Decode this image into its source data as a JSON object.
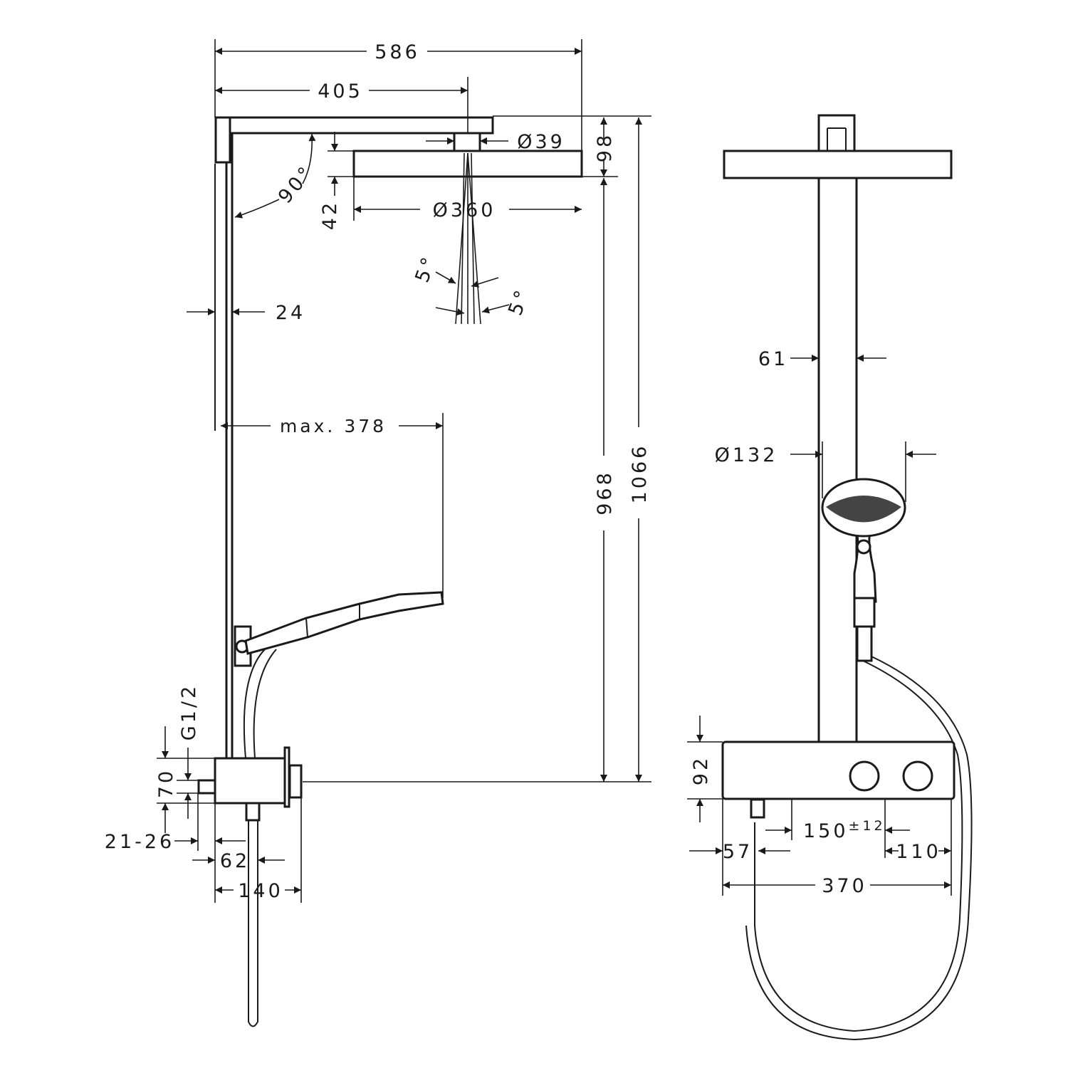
{
  "title": "Shower system dimension drawing",
  "side_view": {
    "dims": {
      "overall_width": "586",
      "arm_length": "405",
      "connector_dia": "Ø39",
      "head_height": "98",
      "head_offset": "42",
      "head_dia": "Ø360",
      "angle_90": "90°",
      "tilt_left": "5°",
      "tilt_right": "5°",
      "rail_depth": "24",
      "max_reach": "max. 378",
      "height_968": "968",
      "height_1066": "1066",
      "thread": "G1/2",
      "inlet_height": "70",
      "wall_offset": "21-26",
      "outlet_offset": "62",
      "mixer_depth": "140"
    }
  },
  "front_view": {
    "dims": {
      "pipe_width": "61",
      "handshower_dia": "Ø132",
      "mixer_height": "92",
      "centers": "150",
      "centers_tol": "±12",
      "left_outlet": "57",
      "right_offset": "110",
      "mixer_width": "370"
    }
  }
}
